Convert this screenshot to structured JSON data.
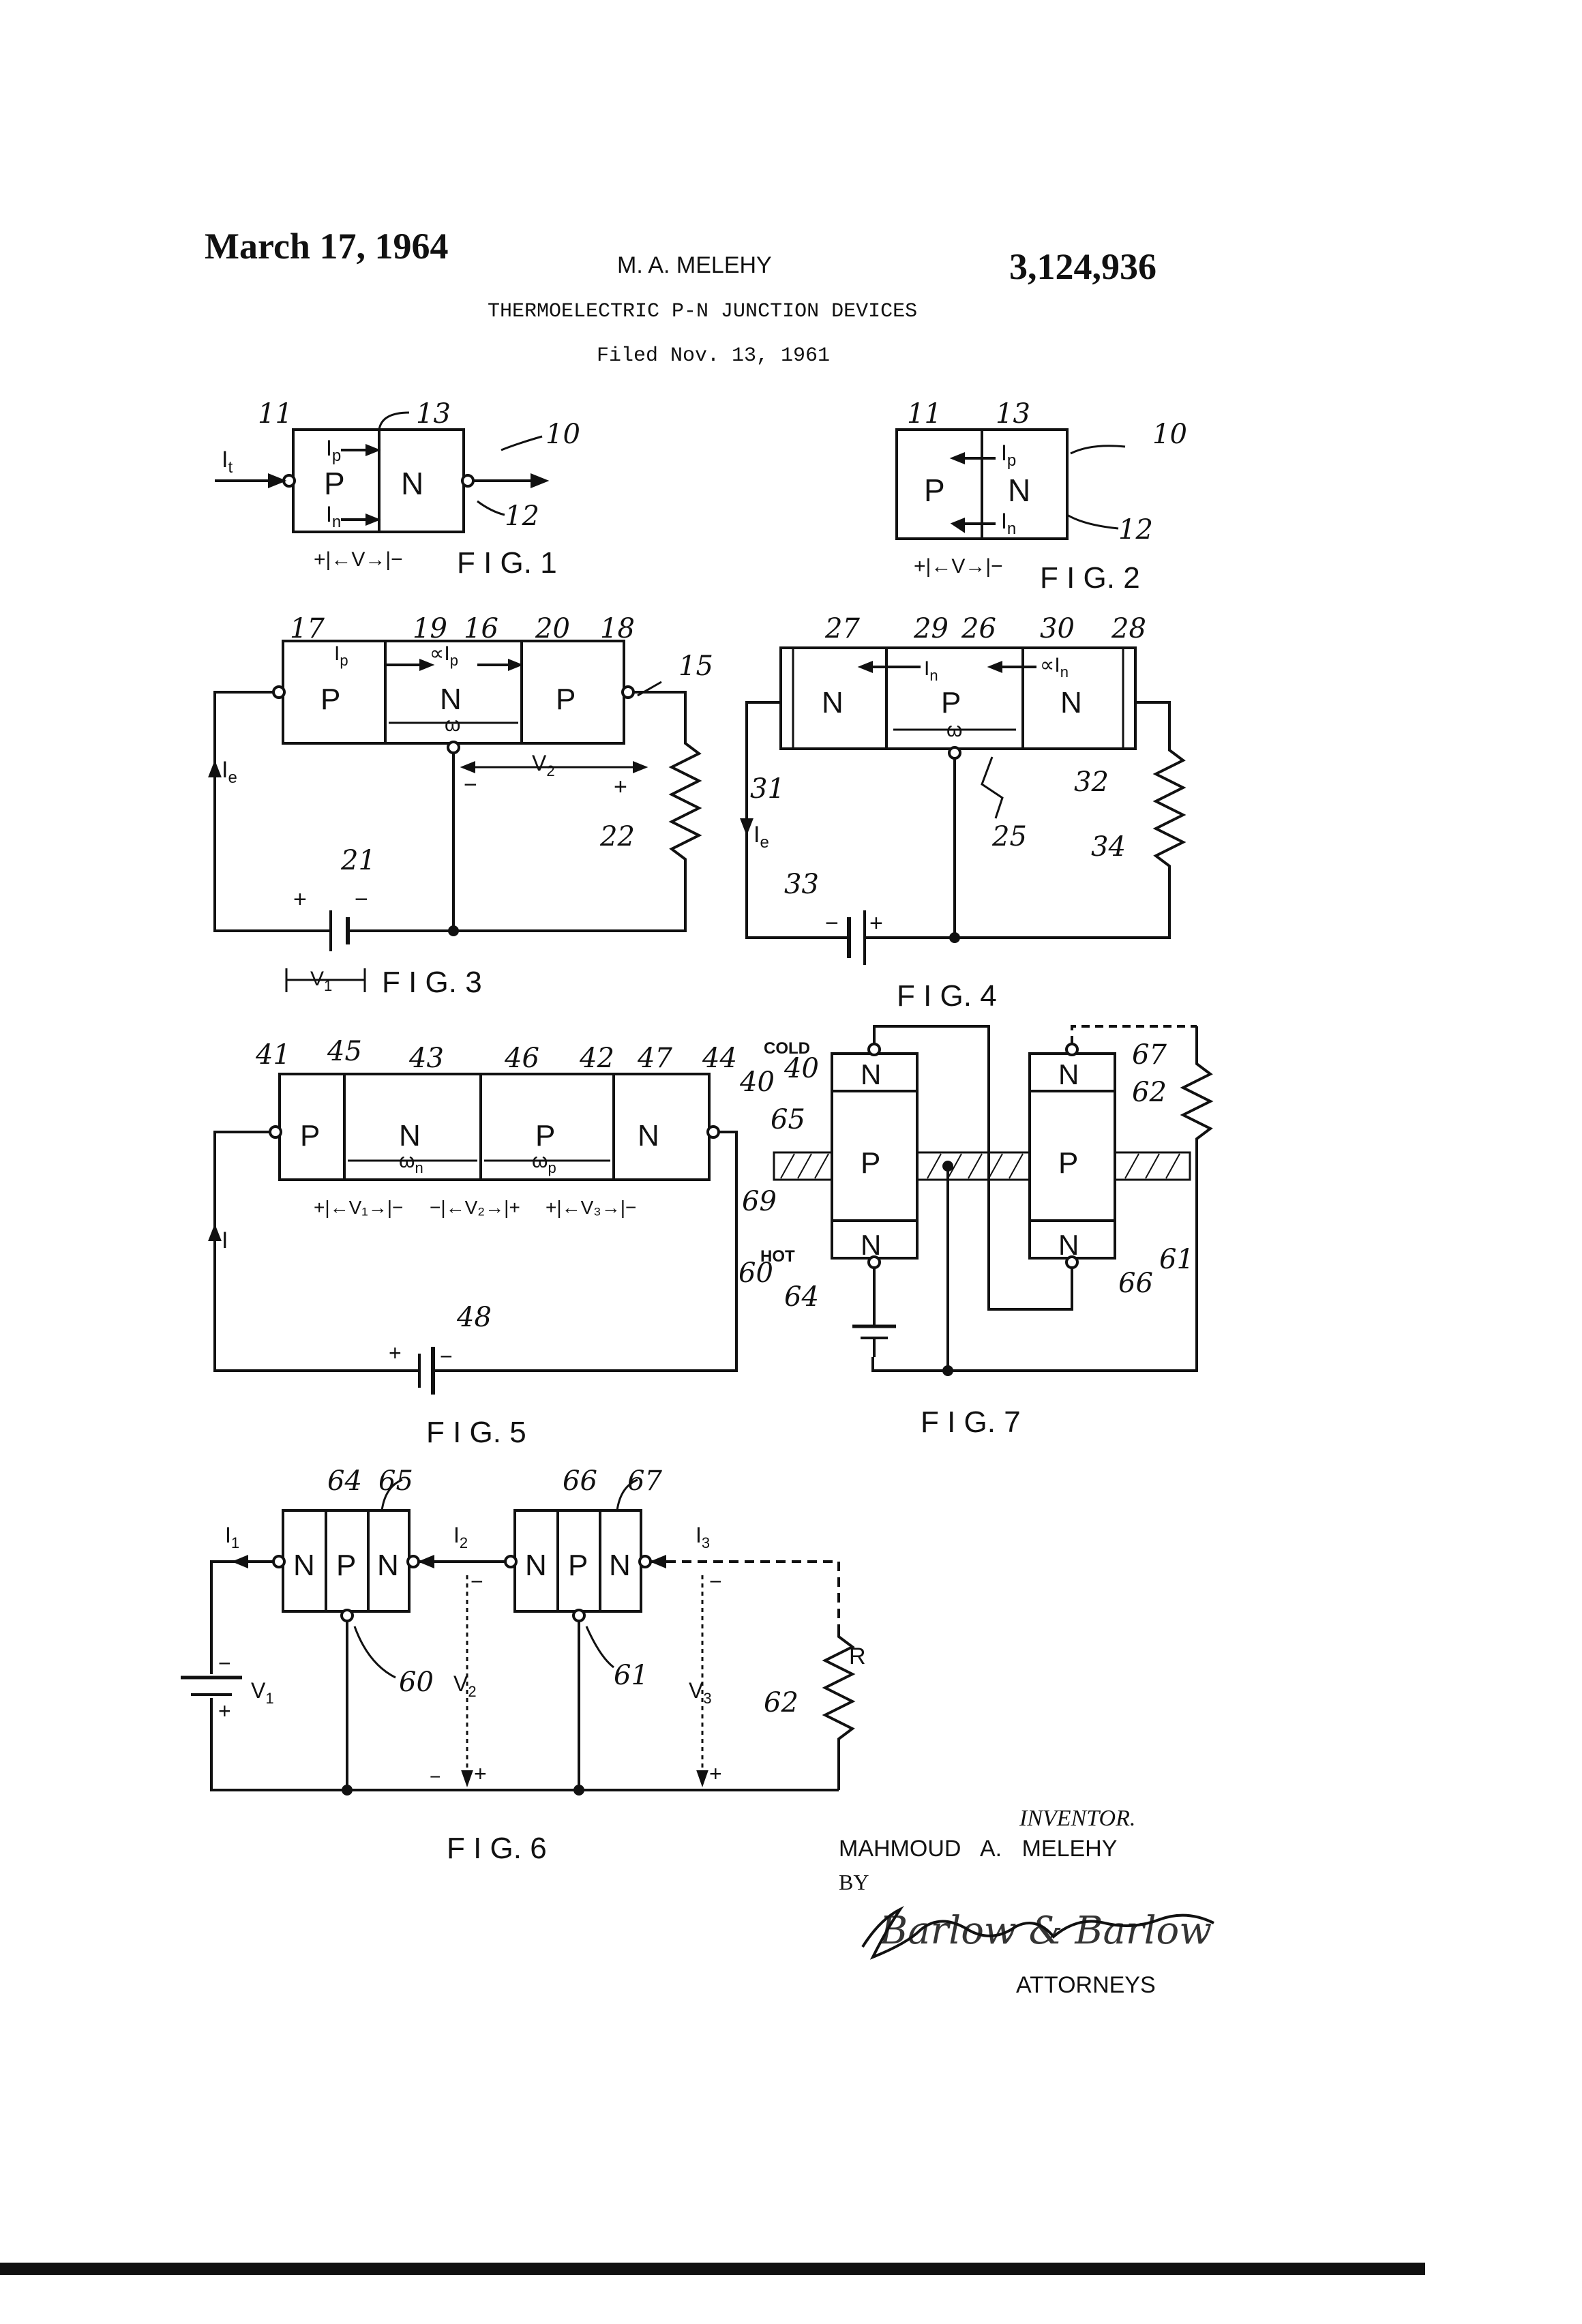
{
  "header": {
    "date": "March 17, 1964",
    "inventor_short": "M. A. MELEHY",
    "patent_number": "3,124,936",
    "title": "THERMOELECTRIC P-N JUNCTION DEVICES",
    "filed": "Filed Nov. 13, 1961"
  },
  "figures": {
    "fig1": {
      "caption": "F I G. 1",
      "refs": [
        "11",
        "13",
        "10",
        "12"
      ],
      "current": "I",
      "current_sub": "t",
      "ip": "I",
      "ip_sub": "p",
      "in": "I",
      "in_sub": "n",
      "region_p": "P",
      "region_n": "N",
      "voltage": "+|←V→|−"
    },
    "fig2": {
      "caption": "F I G. 2",
      "refs": [
        "11",
        "13",
        "10",
        "12"
      ],
      "ip": "I",
      "ip_sub": "p",
      "in": "I",
      "in_sub": "n",
      "region_p": "P",
      "region_n": "N",
      "voltage": "+|←V→|−"
    },
    "fig3": {
      "caption": "F I G. 3",
      "refs": [
        "17",
        "19",
        "16",
        "20",
        "18",
        "15",
        "21",
        "22"
      ],
      "regions": [
        "P",
        "N",
        "P"
      ],
      "ip": "I",
      "ip_sub": "p",
      "alpha_ip": "∝I",
      "alpha_ip_sub": "p",
      "width": "ω",
      "current": "I",
      "current_sub": "e",
      "v2": "V",
      "v2_sub": "2",
      "v1": "V",
      "v1_sub": "1",
      "minus": "−",
      "plus": "+"
    },
    "fig4": {
      "caption": "F I G. 4",
      "refs": [
        "27",
        "29",
        "26",
        "30",
        "28",
        "31",
        "32",
        "25",
        "33",
        "34"
      ],
      "regions": [
        "N",
        "P",
        "N"
      ],
      "in": "I",
      "in_sub": "n",
      "alpha_in": "∝I",
      "alpha_in_sub": "n",
      "width": "ω",
      "current": "I",
      "current_sub": "e",
      "minus": "−",
      "plus": "+"
    },
    "fig5": {
      "caption": "F I G. 5",
      "refs": [
        "41",
        "45",
        "43",
        "46",
        "42",
        "47",
        "44",
        "40",
        "48"
      ],
      "regions": [
        "P",
        "N",
        "P",
        "N"
      ],
      "wn": "ω",
      "wn_sub": "n",
      "wp": "ω",
      "wp_sub": "p",
      "v1": "+|←V₁→|−",
      "v2": "−|←V₂→|+",
      "v3": "+|←V₃→|−",
      "current": "I",
      "minus": "−",
      "plus": "+"
    },
    "fig6": {
      "caption": "F I G. 6",
      "refs": [
        "64",
        "65",
        "66",
        "67",
        "60",
        "61",
        "62"
      ],
      "device1": [
        "N",
        "P",
        "N"
      ],
      "device2": [
        "N",
        "P",
        "N"
      ],
      "i1": "I",
      "i1_sub": "1",
      "i2": "I",
      "i2_sub": "2",
      "i3": "I",
      "i3_sub": "3",
      "v1": "V",
      "v1_sub": "1",
      "v2": "V",
      "v2_sub": "2",
      "v3": "V",
      "v3_sub": "3",
      "r": "R",
      "minus": "−",
      "plus": "+"
    },
    "fig7": {
      "caption": "F I G. 7",
      "refs": [
        "40",
        "65",
        "69",
        "60",
        "64",
        "67",
        "62",
        "61",
        "66"
      ],
      "cold": "COLD",
      "hot": "HOT",
      "regions_left": [
        "N",
        "P",
        "N"
      ],
      "regions_right": [
        "N",
        "P",
        "N"
      ]
    }
  },
  "footer": {
    "inventor_label": "INVENTOR.",
    "inventor_name": "MAHMOUD A. MELEHY",
    "by": "BY",
    "signature": "Barlow & Barlow",
    "attorneys": "ATTORNEYS"
  }
}
